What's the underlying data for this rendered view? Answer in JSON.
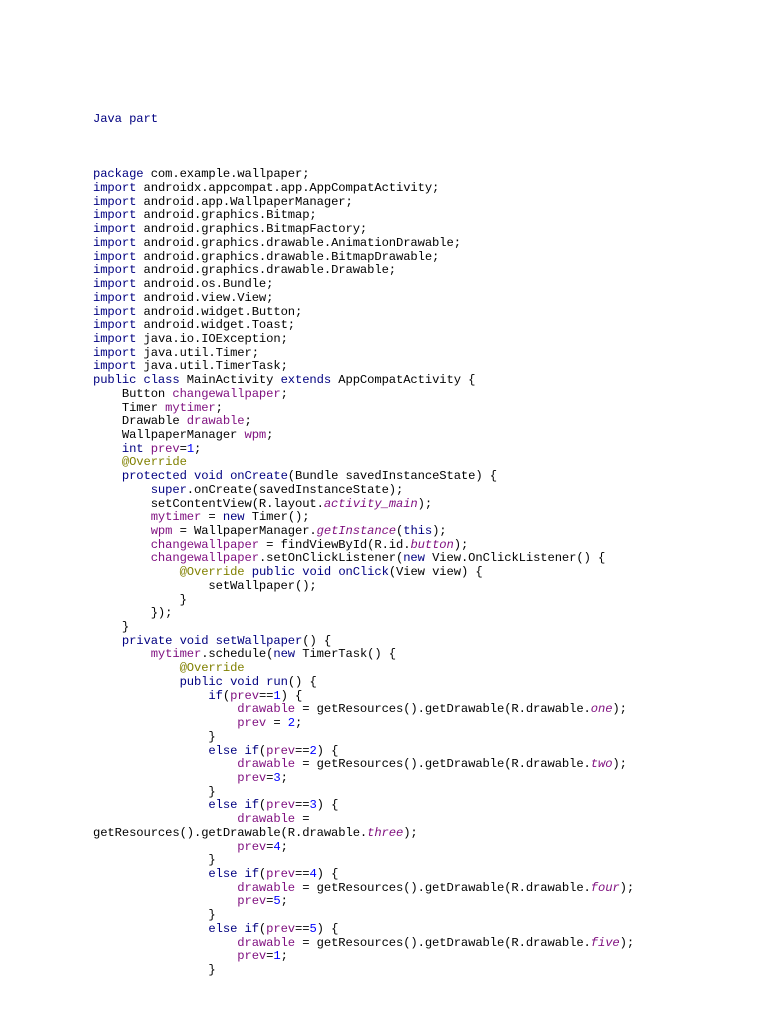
{
  "document": {
    "title": "Java part",
    "lines": [
      [],
      [
        {
          "t": "package",
          "c": "k"
        },
        {
          "t": " com.example.wallpaper;"
        }
      ],
      [
        {
          "t": "import",
          "c": "k"
        },
        {
          "t": " androidx.appcompat.app.AppCompatActivity;"
        }
      ],
      [
        {
          "t": "import",
          "c": "k"
        },
        {
          "t": " android.app.WallpaperManager;"
        }
      ],
      [
        {
          "t": "import",
          "c": "k"
        },
        {
          "t": " android.graphics.Bitmap;"
        }
      ],
      [
        {
          "t": "import",
          "c": "k"
        },
        {
          "t": " android.graphics.BitmapFactory;"
        }
      ],
      [
        {
          "t": "import",
          "c": "k"
        },
        {
          "t": " android.graphics.drawable.AnimationDrawable;"
        }
      ],
      [
        {
          "t": "import",
          "c": "k"
        },
        {
          "t": " android.graphics.drawable.BitmapDrawable;"
        }
      ],
      [
        {
          "t": "import",
          "c": "k"
        },
        {
          "t": " android.graphics.drawable.Drawable;"
        }
      ],
      [
        {
          "t": "import",
          "c": "k"
        },
        {
          "t": " android.os.Bundle;"
        }
      ],
      [
        {
          "t": "import",
          "c": "k"
        },
        {
          "t": " android.view.View;"
        }
      ],
      [
        {
          "t": "import",
          "c": "k"
        },
        {
          "t": " android.widget.Button;"
        }
      ],
      [
        {
          "t": "import",
          "c": "k"
        },
        {
          "t": " android.widget.Toast;"
        }
      ],
      [
        {
          "t": "import",
          "c": "k"
        },
        {
          "t": " java.io.IOException;"
        }
      ],
      [
        {
          "t": "import",
          "c": "k"
        },
        {
          "t": " java.util.Timer;"
        }
      ],
      [
        {
          "t": "import",
          "c": "k"
        },
        {
          "t": " java.util.TimerTask;"
        }
      ],
      [
        {
          "t": "public class",
          "c": "k"
        },
        {
          "t": " MainActivity "
        },
        {
          "t": "extends",
          "c": "k"
        },
        {
          "t": " AppCompatActivity {"
        }
      ],
      [
        {
          "t": "    Button "
        },
        {
          "t": "changewallpaper",
          "c": "f"
        },
        {
          "t": ";"
        }
      ],
      [
        {
          "t": "    Timer "
        },
        {
          "t": "mytimer",
          "c": "f"
        },
        {
          "t": ";"
        }
      ],
      [
        {
          "t": "    Drawable "
        },
        {
          "t": "drawable",
          "c": "f"
        },
        {
          "t": ";"
        }
      ],
      [
        {
          "t": "    WallpaperManager "
        },
        {
          "t": "wpm",
          "c": "f"
        },
        {
          "t": ";"
        }
      ],
      [
        {
          "t": "    "
        },
        {
          "t": "int",
          "c": "k"
        },
        {
          "t": " "
        },
        {
          "t": "prev",
          "c": "f"
        },
        {
          "t": "="
        },
        {
          "t": "1",
          "c": "num"
        },
        {
          "t": ";"
        }
      ],
      [
        {
          "t": "    "
        },
        {
          "t": "@Override",
          "c": "ann"
        }
      ],
      [
        {
          "t": "    "
        },
        {
          "t": "protected void",
          "c": "k"
        },
        {
          "t": " "
        },
        {
          "t": "onCreate",
          "c": "m"
        },
        {
          "t": "(Bundle savedInstanceState) {"
        }
      ],
      [
        {
          "t": "        "
        },
        {
          "t": "super",
          "c": "k"
        },
        {
          "t": ".onCreate(savedInstanceState);"
        }
      ],
      [
        {
          "t": "        setContentView(R.layout."
        },
        {
          "t": "activity_main",
          "c": "i"
        },
        {
          "t": ");"
        }
      ],
      [
        {
          "t": "        "
        },
        {
          "t": "mytimer",
          "c": "f"
        },
        {
          "t": " = "
        },
        {
          "t": "new",
          "c": "k"
        },
        {
          "t": " Timer();"
        }
      ],
      [
        {
          "t": "        "
        },
        {
          "t": "wpm",
          "c": "f"
        },
        {
          "t": " = WallpaperManager."
        },
        {
          "t": "getInstance",
          "c": "i"
        },
        {
          "t": "("
        },
        {
          "t": "this",
          "c": "k"
        },
        {
          "t": ");"
        }
      ],
      [
        {
          "t": "        "
        },
        {
          "t": "changewallpaper",
          "c": "f"
        },
        {
          "t": " = findViewById(R.id."
        },
        {
          "t": "button",
          "c": "i"
        },
        {
          "t": ");"
        }
      ],
      [
        {
          "t": "        "
        },
        {
          "t": "changewallpaper",
          "c": "f"
        },
        {
          "t": ".setOnClickListener("
        },
        {
          "t": "new",
          "c": "k"
        },
        {
          "t": " View.OnClickListener() {"
        }
      ],
      [
        {
          "t": "            "
        },
        {
          "t": "@Override",
          "c": "ann"
        },
        {
          "t": " "
        },
        {
          "t": "public void",
          "c": "k"
        },
        {
          "t": " "
        },
        {
          "t": "onClick",
          "c": "m"
        },
        {
          "t": "(View view) {"
        }
      ],
      [
        {
          "t": "                setWallpaper();"
        }
      ],
      [
        {
          "t": "            }"
        }
      ],
      [
        {
          "t": "        });"
        }
      ],
      [
        {
          "t": "    }"
        }
      ],
      [
        {
          "t": "    "
        },
        {
          "t": "private void",
          "c": "k"
        },
        {
          "t": " "
        },
        {
          "t": "setWallpaper",
          "c": "m"
        },
        {
          "t": "() {"
        }
      ],
      [
        {
          "t": "        "
        },
        {
          "t": "mytimer",
          "c": "f"
        },
        {
          "t": ".schedule("
        },
        {
          "t": "new",
          "c": "k"
        },
        {
          "t": " TimerTask() {"
        }
      ],
      [
        {
          "t": "            "
        },
        {
          "t": "@Override",
          "c": "ann"
        }
      ],
      [
        {
          "t": "            "
        },
        {
          "t": "public void",
          "c": "k"
        },
        {
          "t": " "
        },
        {
          "t": "run",
          "c": "m"
        },
        {
          "t": "() {"
        }
      ],
      [
        {
          "t": "                "
        },
        {
          "t": "if",
          "c": "k"
        },
        {
          "t": "("
        },
        {
          "t": "prev",
          "c": "f"
        },
        {
          "t": "=="
        },
        {
          "t": "1",
          "c": "num"
        },
        {
          "t": ") {"
        }
      ],
      [
        {
          "t": "                    "
        },
        {
          "t": "drawable",
          "c": "f"
        },
        {
          "t": " = getResources().getDrawable(R.drawable."
        },
        {
          "t": "one",
          "c": "i"
        },
        {
          "t": ");"
        }
      ],
      [
        {
          "t": "                    "
        },
        {
          "t": "prev",
          "c": "f"
        },
        {
          "t": " = "
        },
        {
          "t": "2",
          "c": "num"
        },
        {
          "t": ";"
        }
      ],
      [
        {
          "t": "                }"
        }
      ],
      [
        {
          "t": "                "
        },
        {
          "t": "else if",
          "c": "k"
        },
        {
          "t": "("
        },
        {
          "t": "prev",
          "c": "f"
        },
        {
          "t": "=="
        },
        {
          "t": "2",
          "c": "num"
        },
        {
          "t": ") {"
        }
      ],
      [
        {
          "t": "                    "
        },
        {
          "t": "drawable",
          "c": "f"
        },
        {
          "t": " = getResources().getDrawable(R.drawable."
        },
        {
          "t": "two",
          "c": "i"
        },
        {
          "t": ");"
        }
      ],
      [
        {
          "t": "                    "
        },
        {
          "t": "prev",
          "c": "f"
        },
        {
          "t": "="
        },
        {
          "t": "3",
          "c": "num"
        },
        {
          "t": ";"
        }
      ],
      [
        {
          "t": "                }"
        }
      ],
      [
        {
          "t": "                "
        },
        {
          "t": "else if",
          "c": "k"
        },
        {
          "t": "("
        },
        {
          "t": "prev",
          "c": "f"
        },
        {
          "t": "=="
        },
        {
          "t": "3",
          "c": "num"
        },
        {
          "t": ") {"
        }
      ],
      [
        {
          "t": "                    "
        },
        {
          "t": "drawable",
          "c": "f"
        },
        {
          "t": " ="
        }
      ],
      [
        {
          "t": "getResources().getDrawable(R.drawable."
        },
        {
          "t": "three",
          "c": "i"
        },
        {
          "t": ");"
        }
      ],
      [
        {
          "t": "                    "
        },
        {
          "t": "prev",
          "c": "f"
        },
        {
          "t": "="
        },
        {
          "t": "4",
          "c": "num"
        },
        {
          "t": ";"
        }
      ],
      [
        {
          "t": "                }"
        }
      ],
      [
        {
          "t": "                "
        },
        {
          "t": "else if",
          "c": "k"
        },
        {
          "t": "("
        },
        {
          "t": "prev",
          "c": "f"
        },
        {
          "t": "=="
        },
        {
          "t": "4",
          "c": "num"
        },
        {
          "t": ") {"
        }
      ],
      [
        {
          "t": "                    "
        },
        {
          "t": "drawable",
          "c": "f"
        },
        {
          "t": " = getResources().getDrawable(R.drawable."
        },
        {
          "t": "four",
          "c": "i"
        },
        {
          "t": ");"
        }
      ],
      [
        {
          "t": "                    "
        },
        {
          "t": "prev",
          "c": "f"
        },
        {
          "t": "="
        },
        {
          "t": "5",
          "c": "num"
        },
        {
          "t": ";"
        }
      ],
      [
        {
          "t": "                }"
        }
      ],
      [
        {
          "t": "                "
        },
        {
          "t": "else if",
          "c": "k"
        },
        {
          "t": "("
        },
        {
          "t": "prev",
          "c": "f"
        },
        {
          "t": "=="
        },
        {
          "t": "5",
          "c": "num"
        },
        {
          "t": ") {"
        }
      ],
      [
        {
          "t": "                    "
        },
        {
          "t": "drawable",
          "c": "f"
        },
        {
          "t": " = getResources().getDrawable(R.drawable."
        },
        {
          "t": "five",
          "c": "i"
        },
        {
          "t": ");"
        }
      ],
      [
        {
          "t": "                    "
        },
        {
          "t": "prev",
          "c": "f"
        },
        {
          "t": "="
        },
        {
          "t": "1",
          "c": "num"
        },
        {
          "t": ";"
        }
      ],
      [
        {
          "t": "                }"
        }
      ]
    ]
  },
  "colors": {
    "keyword": "#000080",
    "field": "#7f0f7f",
    "annotation": "#808000",
    "number": "#0000ff",
    "text": "#000000",
    "background": "#ffffff"
  }
}
